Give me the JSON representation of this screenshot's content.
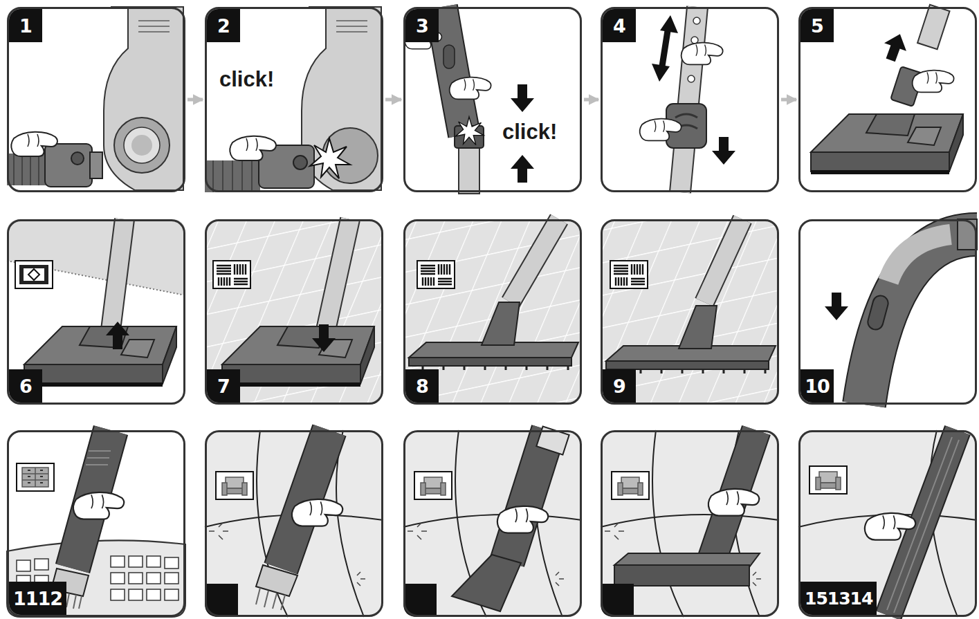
{
  "diagram": {
    "nodes": [
      {
        "text": [
          "1"
        ]
      },
      {
        "text": [
          "2",
          "click!"
        ]
      },
      {
        "text": [
          "3",
          "click!"
        ]
      },
      {
        "text": [
          "4"
        ]
      },
      {
        "text": [
          "5"
        ]
      },
      {
        "text": [
          "6"
        ]
      },
      {
        "text": [
          "7"
        ]
      },
      {
        "text": [
          "8"
        ]
      },
      {
        "text": [
          "9"
        ]
      },
      {
        "text": [
          "10"
        ]
      },
      {
        "text": [
          "1112"
        ]
      },
      {
        "text": [
          "151314"
        ]
      }
    ],
    "edges": [
      {
        "from": 0,
        "to": 1,
        "arrow": "to"
      },
      {
        "from": 1,
        "to": 2,
        "arrow": "to"
      },
      {
        "from": 2,
        "to": 3,
        "arrow": "to"
      },
      {
        "from": 3,
        "to": 4,
        "arrow": "to"
      }
    ]
  }
}
